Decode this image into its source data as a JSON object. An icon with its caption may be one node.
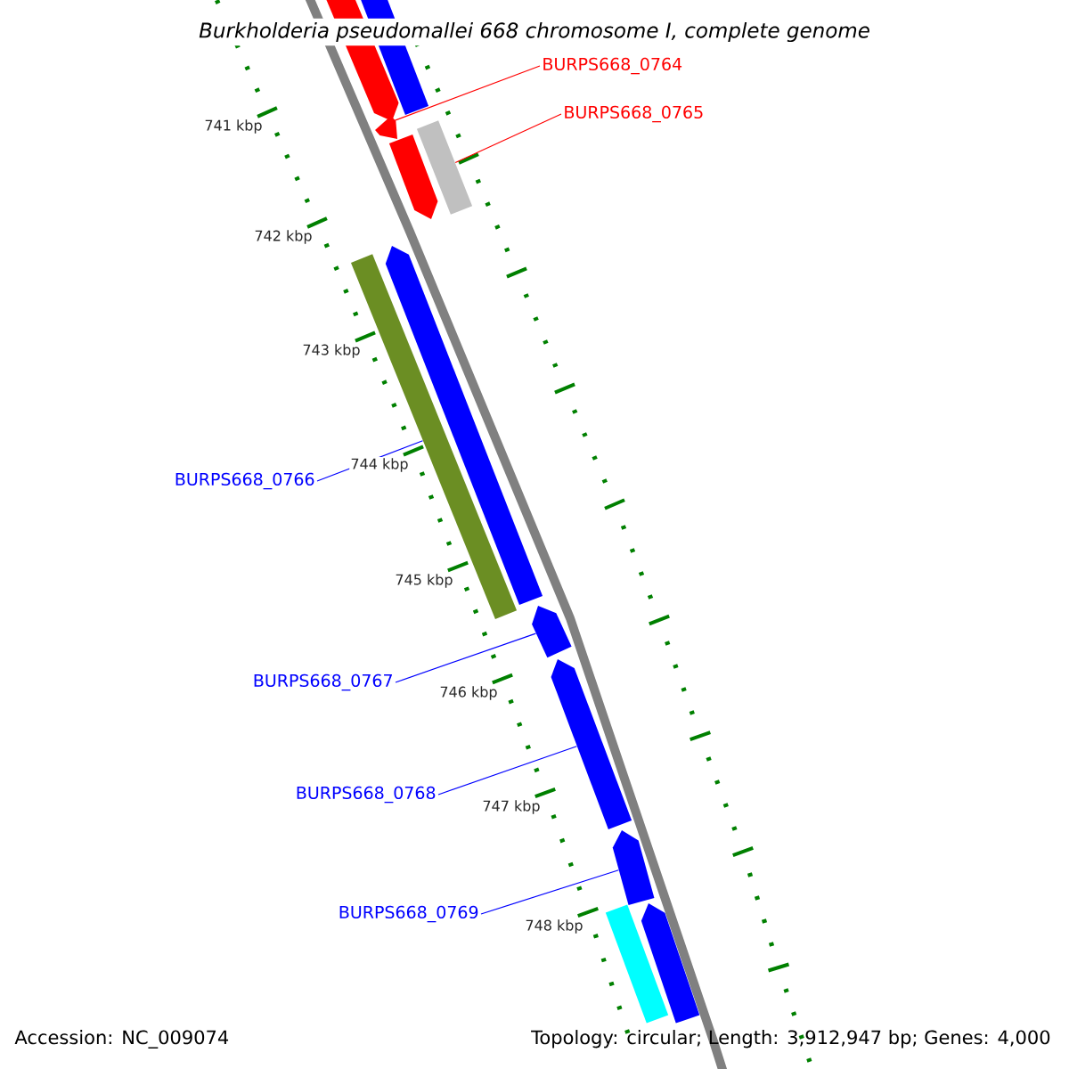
{
  "diagram": {
    "title": "Burkholderia pseudomallei 668 chromosome I, complete genome",
    "nodes": [
      {
        "text": [
          "BURPS668_0764"
        ]
      },
      {
        "text": [
          "BURPS668_0765"
        ]
      },
      {
        "text": [
          "BURPS668_0766"
        ]
      },
      {
        "text": [
          "BURPS668_0767"
        ]
      },
      {
        "text": [
          "BURPS668_0768"
        ]
      },
      {
        "text": [
          "BURPS668_0769"
        ]
      },
      {
        "text": [],
        "shape": "arrow"
      },
      {
        "text": [],
        "shape": "bar"
      },
      {
        "text": [],
        "shape": "arrow"
      },
      {
        "text": [],
        "shape": "bar"
      },
      {
        "text": [],
        "shape": "arrow"
      },
      {
        "text": [],
        "shape": "arrow"
      },
      {
        "text": [],
        "shape": "bar"
      },
      {
        "text": [],
        "shape": "arrow"
      },
      {
        "text": [],
        "shape": "arrow"
      },
      {
        "text": [],
        "shape": "arrow"
      },
      {
        "text": [],
        "shape": "bar"
      },
      {
        "text": [],
        "shape": "arrow"
      }
    ],
    "edges": [
      {
        "from": 0,
        "to": 6,
        "arrow": "none",
        "color": "#ff0000"
      },
      {
        "from": 1,
        "to": 9,
        "arrow": "none",
        "color": "#ff0000"
      },
      {
        "from": 2,
        "to": 12,
        "arrow": "none"
      },
      {
        "from": 3,
        "to": 13,
        "arrow": "none"
      },
      {
        "from": 4,
        "to": 14,
        "arrow": "none"
      },
      {
        "from": 5,
        "to": 15,
        "arrow": "none"
      }
    ],
    "labels": [
      "741 kbp",
      "742 kbp",
      "743 kbp",
      "744 kbp",
      "745 kbp",
      "746 kbp",
      "747 kbp",
      "748 kbp",
      "Accession: NC_009074",
      "Topology: circular; Length: 3,912,947 bp; Genes: 4,000"
    ]
  }
}
